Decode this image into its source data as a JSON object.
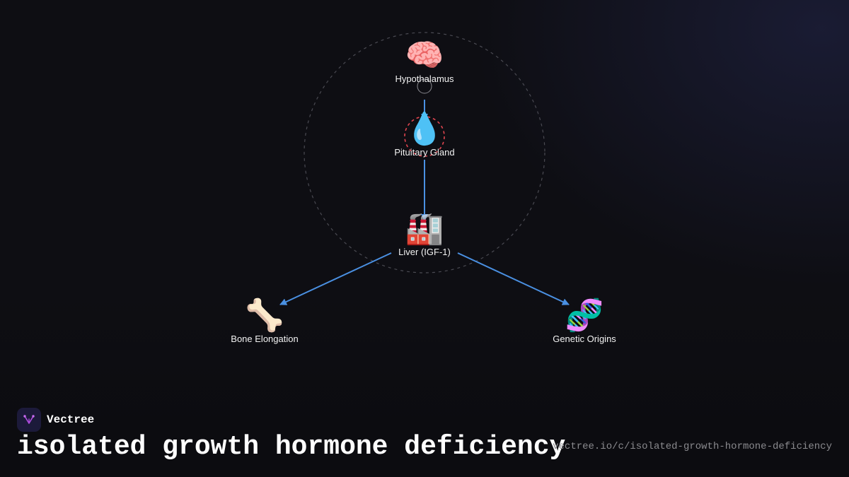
{
  "diagram": {
    "nodes": [
      {
        "id": "hypothalamus",
        "label": "Hypothalamus",
        "icon": "brain-icon",
        "glyph": "🧠"
      },
      {
        "id": "pituitary",
        "label": "Pituitary Gland",
        "icon": "droplet-icon",
        "glyph": "💧"
      },
      {
        "id": "liver",
        "label": "Liver (IGF-1)",
        "icon": "factory-icon",
        "glyph": "🏭"
      },
      {
        "id": "bone",
        "label": "Bone Elongation",
        "icon": "bone-icon",
        "glyph": "🦴"
      },
      {
        "id": "genetic",
        "label": "Genetic Origins",
        "icon": "dna-icon",
        "glyph": "🧬"
      }
    ],
    "edges": [
      {
        "from": "hypothalamus",
        "to": "pituitary"
      },
      {
        "from": "pituitary",
        "to": "liver"
      },
      {
        "from": "liver",
        "to": "bone"
      },
      {
        "from": "liver",
        "to": "genetic"
      }
    ],
    "colors": {
      "edge": "#4a90e2",
      "highlight": "#e0454f",
      "ring": "#4a4a52",
      "background": "#0e0e13"
    }
  },
  "brand": {
    "name": "Vectree",
    "logo_icon": "vectree-logo-icon"
  },
  "footer": {
    "title": "isolated growth hormone deficiency",
    "url": "vectree.io/c/isolated-growth-hormone-deficiency"
  }
}
